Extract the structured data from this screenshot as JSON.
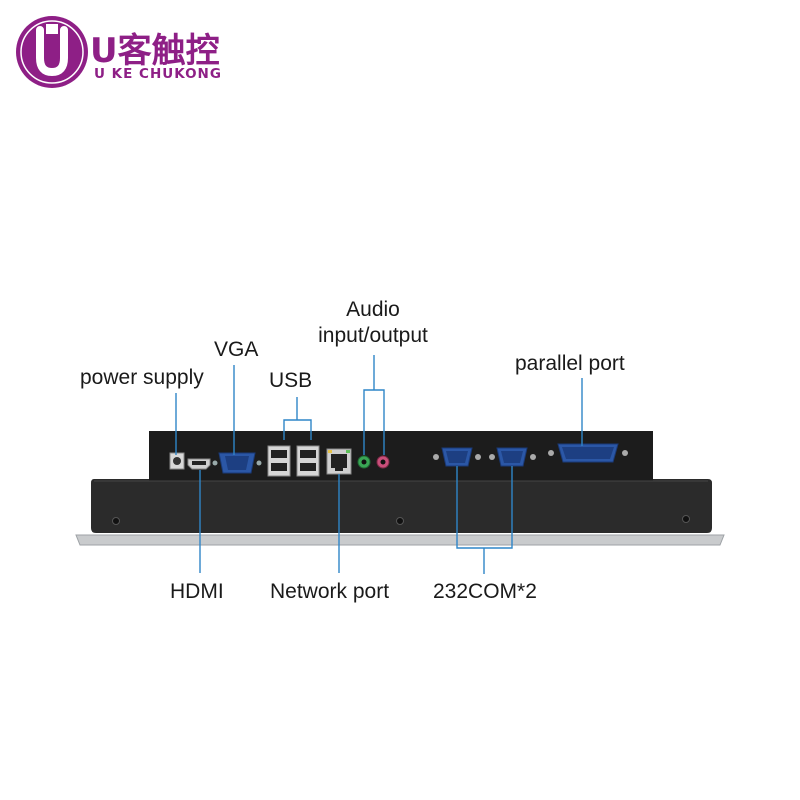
{
  "brand": {
    "name_cn": "U客触控",
    "name_en": "U KE CHUKONG",
    "color": "#8e1f86"
  },
  "labels": {
    "power_supply": "power supply",
    "vga": "VGA",
    "usb": "USB",
    "audio_line1": "Audio",
    "audio_line2": "input/output",
    "parallel_port": "parallel port",
    "hdmi": "HDMI",
    "network_port": "Network port",
    "com": "232COM*2"
  },
  "colors": {
    "callout_line": "#2f86c8",
    "panel_body": "#2b2b2b",
    "panel_top": "#1c1c1c",
    "frame_edge": "#c9cbcd",
    "port_blue": "#2b57a6",
    "audio_green": "#3aa655",
    "audio_pink": "#c94f7a"
  }
}
